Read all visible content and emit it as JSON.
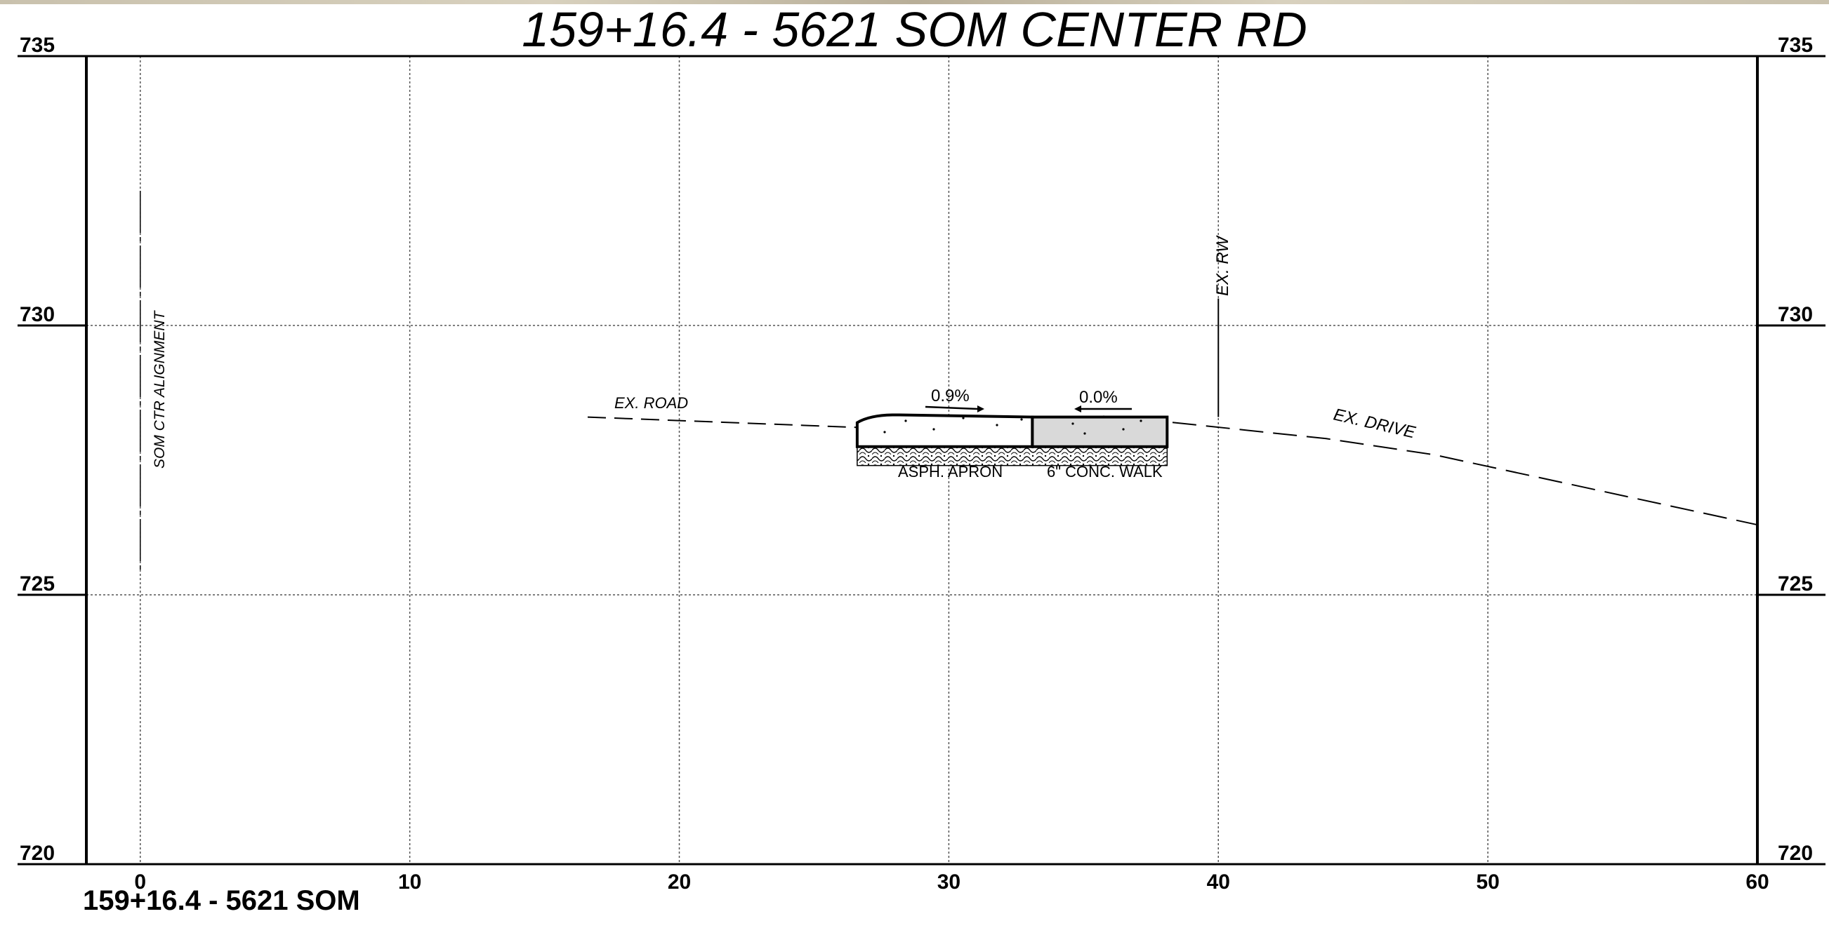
{
  "title": "159+16.4 - 5621 SOM CENTER RD",
  "footer_label": "159+16.4 - 5621 SOM",
  "y_axis": {
    "min": 720,
    "max": 735,
    "ticks": [
      720,
      725,
      730,
      735
    ]
  },
  "x_axis": {
    "min": -2,
    "max": 60,
    "ticks": [
      0,
      10,
      20,
      30,
      40,
      50,
      60
    ]
  },
  "labels": {
    "alignment": "SOM CTR ALIGNMENT",
    "ex_road": "EX. ROAD",
    "ex_rw": "EX.   RW",
    "ex_drive": "EX. DRIVE",
    "slope_apron": "0.9%",
    "slope_walk": "0.0%",
    "asph_apron": "ASPH. APRON",
    "conc_walk": "6\" CONC. WALK"
  },
  "profile": {
    "ex_road_points": [
      [
        16.6,
        728.3
      ],
      [
        27.0,
        728.1
      ]
    ],
    "ex_drive_points": [
      [
        38.3,
        728.2
      ],
      [
        44.0,
        727.9
      ],
      [
        48.0,
        727.6
      ],
      [
        60.0,
        726.3
      ]
    ],
    "alignment_station": 0,
    "rw_station": 40,
    "rw_line_elev": [
      728.3,
      730.5
    ],
    "apron": {
      "from": 26.6,
      "to": 33.1,
      "top_elev": 728.3,
      "bottom_elev": 727.75,
      "slope_pct": 0.9
    },
    "walk": {
      "from": 33.1,
      "to": 38.1,
      "top_elev": 728.3,
      "bottom_elev": 727.75,
      "slope_pct": 0.0
    },
    "base_course": {
      "from": 26.6,
      "to": 38.1,
      "top_elev": 727.75,
      "bottom_elev": 727.4
    }
  },
  "colors": {
    "line": "#000000",
    "grid": "#555555",
    "walk_fill": "#d9d9d9",
    "page": "#ffffff"
  }
}
